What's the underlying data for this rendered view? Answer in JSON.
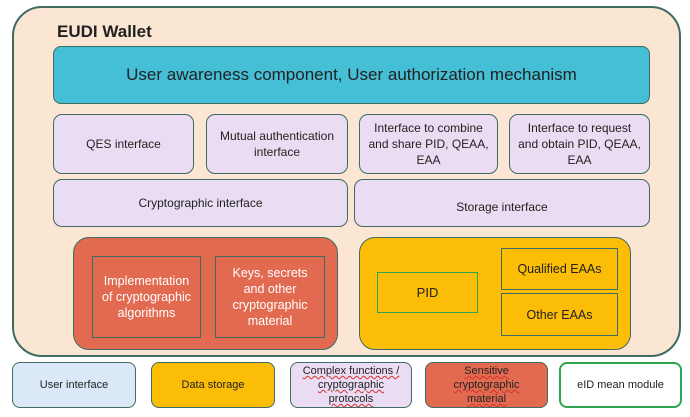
{
  "wallet": {
    "title": "EUDI Wallet"
  },
  "banner": {
    "label": "User awareness component, User authorization mechanism"
  },
  "interfaces": {
    "qes": "QES interface",
    "mutual_auth": "Mutual authentication interface",
    "combine_share": "Interface to combine and share PID, QEAA, EAA",
    "request_obtain": "Interface to request and obtain PID, QEAA, EAA",
    "cryptographic": "Cryptographic interface",
    "storage": "Storage interface"
  },
  "crypto": {
    "implementation": "Implementation of cryptographic algorithms",
    "keys": "Keys, secrets and other cryptographic material"
  },
  "data": {
    "pid": "PID",
    "qualified_eaas": "Qualified EAAs",
    "other_eaas": "Other EAAs"
  },
  "legend": {
    "user_interface": "User interface",
    "data_storage": "Data storage",
    "complex_functions": "Complex functions / cryptographic protocols",
    "sensitive_material": "Sensitive cryptographic material",
    "eid_module": "eID mean module"
  },
  "colors": {
    "wallet_fill": "#fbe5d3",
    "border": "#3f6b62",
    "banner": "#45bfd6",
    "interface": "#e9dcf3",
    "crypto": "#e26a51",
    "storage": "#fbbd05",
    "user_interface_legend": "#dae8f8",
    "eid_border": "#2ea650"
  }
}
